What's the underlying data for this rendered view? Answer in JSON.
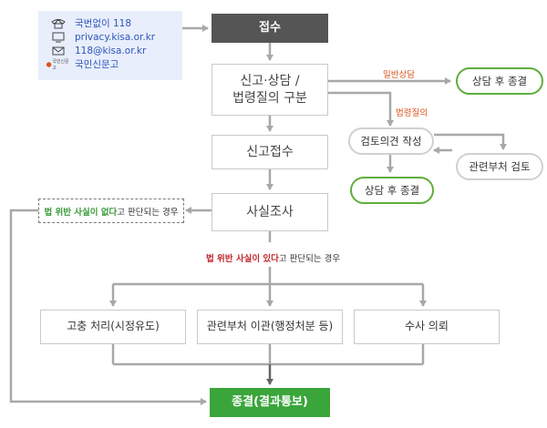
{
  "contact": {
    "phone": "국번없이 118",
    "web": "privacy.kisa.or.kr",
    "email": "118@kisa.or.kr",
    "gov": "국민신문고",
    "gov_logo_text": "국민신문고"
  },
  "nodes": {
    "receipt": "접수",
    "classify_line1": "신고·상담 /",
    "classify_line2": "법령질의 구분",
    "report_receipt": "신고접수",
    "fact_check": "사실조사",
    "end_consult_top": "상담 후 종결",
    "review_opinion": "검토의견 작성",
    "dept_review": "관련부처 검토",
    "end_consult_mid": "상담 후 종결",
    "no_violation_a": "법 위반 사실이 없다",
    "no_violation_b": "고 판단되는 경우",
    "violation_a": "법 위반 사실이 있다",
    "violation_b": "고 판단되는 경우",
    "action_1": "고충 처리(시정유도)",
    "action_2": "관련부처 이관(행정처분 등)",
    "action_3": "수사 의뢰",
    "final": "종결(결과통보)"
  },
  "edge_labels": {
    "general_consult": "일반상담",
    "legal_inquiry": "법령질의"
  },
  "icons": [
    "phone-icon",
    "monitor-icon",
    "envelope-icon",
    "gov-logo-icon"
  ],
  "colors": {
    "contact_bg": "#e8eefc",
    "contact_text": "#2f55b8",
    "dark_box": "#555555",
    "green_box": "#3aa53a",
    "green_outline": "#5fae3b",
    "edge_label": "#d9531e",
    "arrow": "#a8a8a8"
  }
}
